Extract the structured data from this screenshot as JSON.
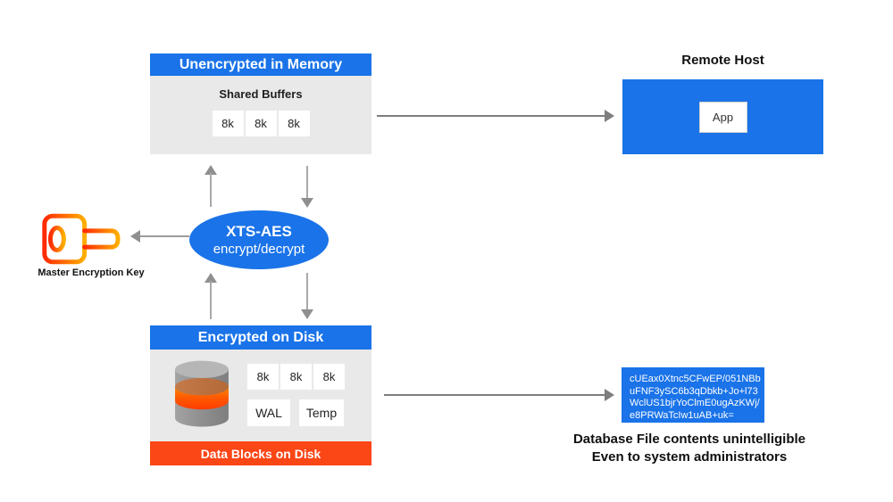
{
  "colors": {
    "blue": "#1a73e8",
    "footer_orange": "#fb4616",
    "body_gray": "#e9e9e9",
    "arrow_gray": "#8f8f8f",
    "key_gradient_start": "#ff2a00",
    "key_gradient_end": "#ffae00"
  },
  "memory_box": {
    "title": "Unencrypted in Memory",
    "subtitle": "Shared Buffers",
    "blocks": [
      "8k",
      "8k",
      "8k"
    ]
  },
  "remote_host": {
    "title": "Remote Host",
    "app_label": "App"
  },
  "aes_ellipse": {
    "line1": "XTS-AES",
    "line2": "encrypt/decrypt"
  },
  "master_key": {
    "icon": "key-icon",
    "label": "Master Encryption Key"
  },
  "disk_box": {
    "title": "Encrypted on Disk",
    "icon": "database-cylinder-icon",
    "blocks": [
      "8k",
      "8k",
      "8k"
    ],
    "wal_label": "WAL",
    "temp_label": "Temp",
    "footer": "Data Blocks on Disk"
  },
  "ciphertext": {
    "lines": [
      "cUEax0Xtnc5CFwEP/051NBb",
      "uFNF3ySC6b3qDbkb+Jo+l73",
      "WclUS1bjrYoClmE0ugAzKWj/",
      "e8PRWaTcIw1uAB+uk="
    ]
  },
  "caption": {
    "line1": "Database File contents unintelligible",
    "line2": "Even to system administrators"
  }
}
